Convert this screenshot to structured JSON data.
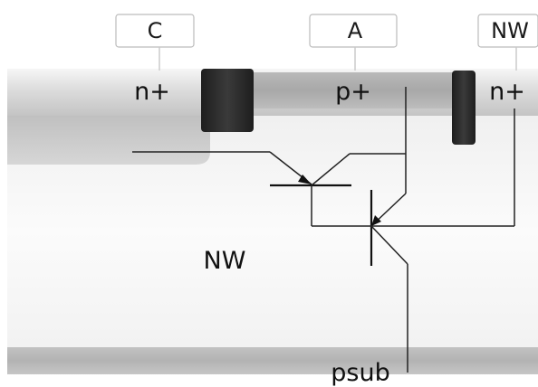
{
  "terminals": {
    "c": "C",
    "a": "A",
    "nw": "NW"
  },
  "regions": {
    "n_plus_left": "n+",
    "p_plus": "p+",
    "n_plus_right": "n+",
    "nwell": "NW",
    "substrate": "psub"
  }
}
